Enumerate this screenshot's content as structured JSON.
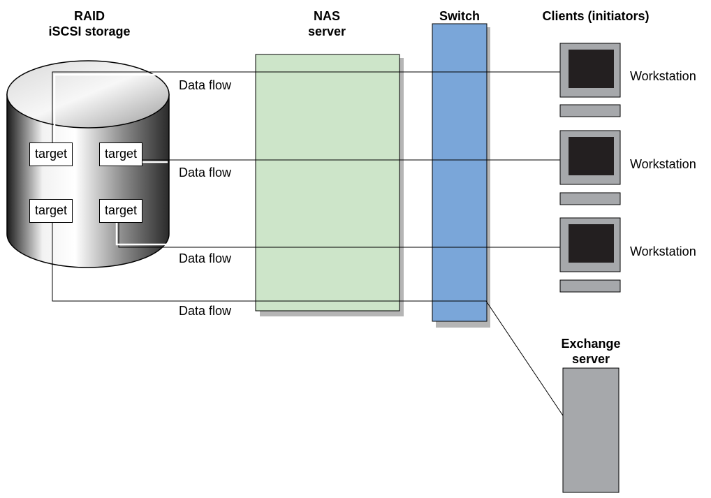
{
  "headers": {
    "raid_line1": "RAID",
    "raid_line2": "iSCSI storage",
    "nas_line1": "NAS",
    "nas_line2": "server",
    "switch": "Switch",
    "clients": "Clients (initiators)",
    "exchange_line1": "Exchange",
    "exchange_line2": "server"
  },
  "targets": [
    "target",
    "target",
    "target",
    "target"
  ],
  "flows": [
    "Data flow",
    "Data flow",
    "Data flow",
    "Data flow"
  ],
  "workstations": [
    "Workstation",
    "Workstation",
    "Workstation"
  ],
  "colors": {
    "nas_fill": "#cde5c9",
    "switch_fill": "#7aa6d9",
    "device_gray": "#a6a8ab",
    "screen": "#231f20",
    "shadow": "#b5b5b5"
  }
}
